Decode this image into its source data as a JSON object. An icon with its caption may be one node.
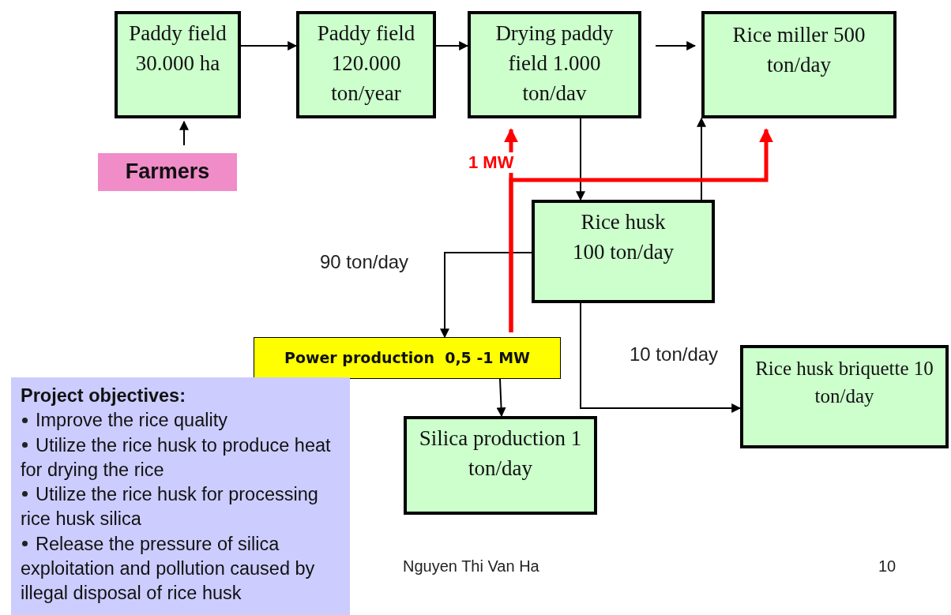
{
  "diagram": {
    "nodes": [
      {
        "text": [
          "Paddy field 30.000 ha"
        ]
      },
      {
        "text": [
          "Paddy field 120.000 ton/year"
        ]
      },
      {
        "text": [
          "Drying paddy field 1.000 ton/dav"
        ]
      },
      {
        "text": [
          "Rice miller 500 ton/day"
        ]
      },
      {
        "text": [
          "Farmers"
        ]
      },
      {
        "text": [
          "Rice husk",
          "100 ton/day"
        ]
      },
      {
        "text": [
          "Power production  0,5 -1 MW"
        ]
      },
      {
        "text": [
          "Silica production 1 ton/day"
        ]
      },
      {
        "text": [
          "Rice husk briquette 10 ton/day"
        ]
      },
      {
        "text": [
          "Project objectives:",
          "Improve the rice quality",
          "Utilize the rice husk to produce heat for drying the rice",
          "Utilize the rice husk for processing rice husk silica",
          "Release the pressure of silica exploitation and pollution caused by illegal disposal of rice husk"
        ]
      }
    ],
    "edges": [
      {
        "from": 0,
        "to": 1,
        "arrow": "to"
      },
      {
        "from": 1,
        "to": 2,
        "arrow": "to"
      },
      {
        "from": 2,
        "to": 3,
        "arrow": "to"
      },
      {
        "from": 4,
        "to": 0,
        "arrow": "to"
      },
      {
        "from": 2,
        "to": 5,
        "arrow": "to"
      },
      {
        "from": 5,
        "to": 3,
        "arrow": "to"
      },
      {
        "from": 5,
        "to": 6,
        "arrow": "to",
        "label": "90 ton/day"
      },
      {
        "from": 6,
        "to": 2,
        "arrow": "to",
        "label": "1 MW",
        "style": "thick",
        "color": "#ff0000"
      },
      {
        "from": 6,
        "to": 3,
        "arrow": "to",
        "style": "thick",
        "color": "#ff0000"
      },
      {
        "from": 6,
        "to": 7,
        "arrow": "to"
      },
      {
        "from": 5,
        "to": 8,
        "arrow": "to",
        "label": "10 ton/day"
      }
    ],
    "labels": [
      "Nguyen Thi Van Ha",
      "10"
    ]
  }
}
